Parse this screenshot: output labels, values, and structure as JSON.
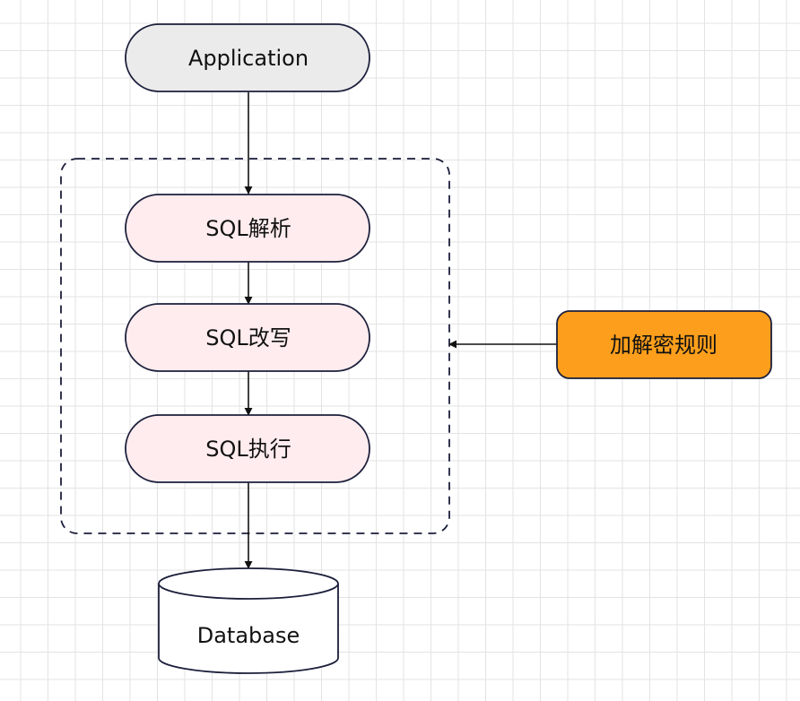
{
  "nodes": {
    "application": {
      "label": "Application"
    },
    "sql_parse": {
      "label": "SQL解析"
    },
    "sql_rewrite": {
      "label": "SQL改写"
    },
    "sql_execute": {
      "label": "SQL执行"
    },
    "encryption_rules": {
      "label": "加解密规则"
    },
    "database": {
      "label": "Database"
    }
  },
  "colors": {
    "application_fill": "#ebebeb",
    "sql_fill": "#ffecee",
    "rules_fill": "#fd9f1c",
    "database_fill": "#ffffff",
    "stroke": "#1b1f3b",
    "arrow": "#111111"
  }
}
